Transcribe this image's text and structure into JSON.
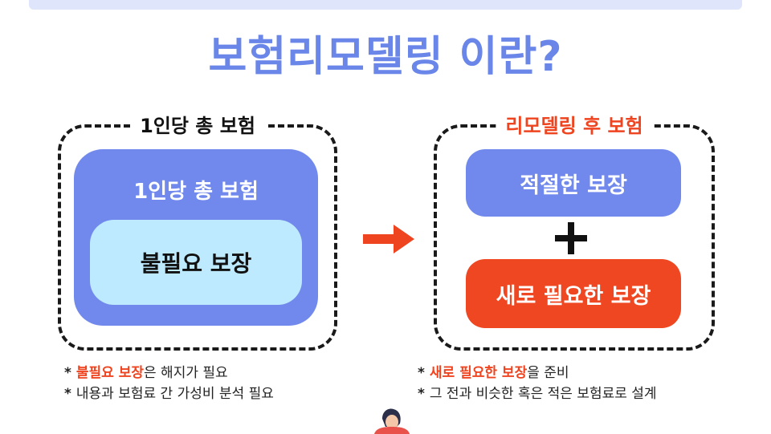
{
  "title": "보험리모델링 이란?",
  "left_panel": {
    "heading": "1인당 총 보험",
    "outer_label": "1인당 총 보험",
    "inner_label": "불필요 보장",
    "notes": [
      {
        "bullet": "*",
        "highlight": "불필요 보장",
        "text": "은 해지가 필요"
      },
      {
        "bullet": "*",
        "highlight": "",
        "text": "내용과 보험료 간 가성비 분석 필요"
      }
    ]
  },
  "right_panel": {
    "heading": "리모델링 후 보험",
    "top_box": "적절한 보장",
    "plus": "+",
    "bottom_box": "새로 필요한 보장",
    "notes": [
      {
        "bullet": "*",
        "highlight": "새로 필요한 보장",
        "text": "을 준비"
      },
      {
        "bullet": "*",
        "highlight": "",
        "text": "그 전과 비슷한 혹은 적은 보험료로 설계"
      }
    ]
  },
  "colors": {
    "title_blue": "#6a86e8",
    "box_blue": "#7189ec",
    "light_blue": "#bdeafe",
    "accent_red": "#ef4722",
    "arrow_red": "#ee4420"
  },
  "icons": {
    "arrow": "arrow-right-icon",
    "plus": "plus-icon",
    "figure": "person-figure"
  }
}
